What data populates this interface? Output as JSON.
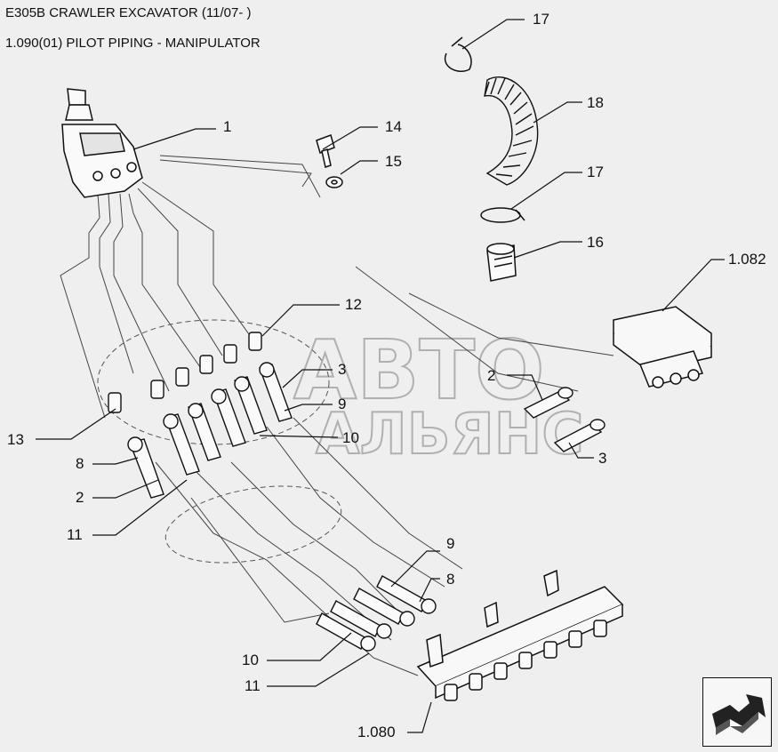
{
  "header": {
    "model": "E305B CRAWLER EXCAVATOR (11/07- )",
    "section": "1.090(01) PILOT PIPING - MANIPULATOR"
  },
  "callouts": {
    "c1": "1",
    "c14": "14",
    "c15": "15",
    "c17a": "17",
    "c18": "18",
    "c17b": "17",
    "c16": "16",
    "c1082": "1.082",
    "c12": "12",
    "c3a": "3",
    "c9a": "9",
    "c10a": "10",
    "c13": "13",
    "c8a": "8",
    "c2a": "2",
    "c11a": "11",
    "c2b": "2",
    "c3b": "3",
    "c9b": "9",
    "c8b": "8",
    "c10b": "10",
    "c11b": "11",
    "c1080": "1.080"
  },
  "watermark": {
    "line1": "АВТО",
    "line2": "АЛЬЯНС"
  },
  "nav_icon": "next-page-arrow-icon"
}
